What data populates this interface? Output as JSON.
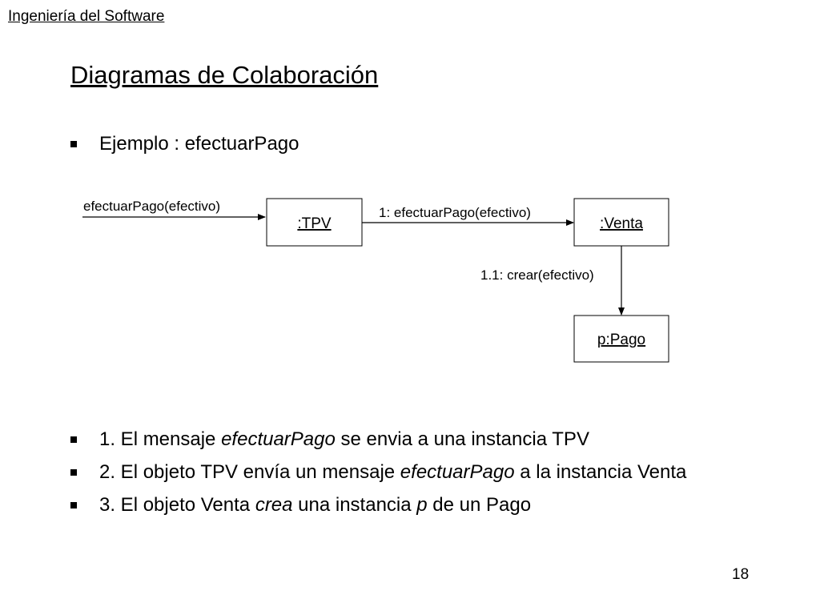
{
  "header": {
    "course_title": "Ingeniería del Software"
  },
  "slide": {
    "title": "Diagramas de Colaboración",
    "example_bullet": "Ejemplo : efectuarPago",
    "bullets": [
      {
        "pre": "1. El mensaje ",
        "em1": "efectuarPago",
        "mid": " se envia a una instancia TPV",
        "em2": "",
        "post": ""
      },
      {
        "pre": "2. El objeto TPV envía un mensaje ",
        "em1": "efectuarPago",
        "mid": " a la instancia Venta",
        "em2": "",
        "post": ""
      },
      {
        "pre": "3. El objeto Venta ",
        "em1": "crea",
        "mid": " una instancia ",
        "em2": "p",
        "post": " de un Pago"
      }
    ],
    "page_number": "18"
  },
  "diagram": {
    "objects": {
      "tpv": ":TPV",
      "venta": ":Venta",
      "pago": "p:Pago"
    },
    "messages": {
      "external": "efectuarPago(efectivo)",
      "tpv_to_venta": "1: efectuarPago(efectivo)",
      "venta_to_pago": "1.1: crear(efectivo)"
    }
  }
}
